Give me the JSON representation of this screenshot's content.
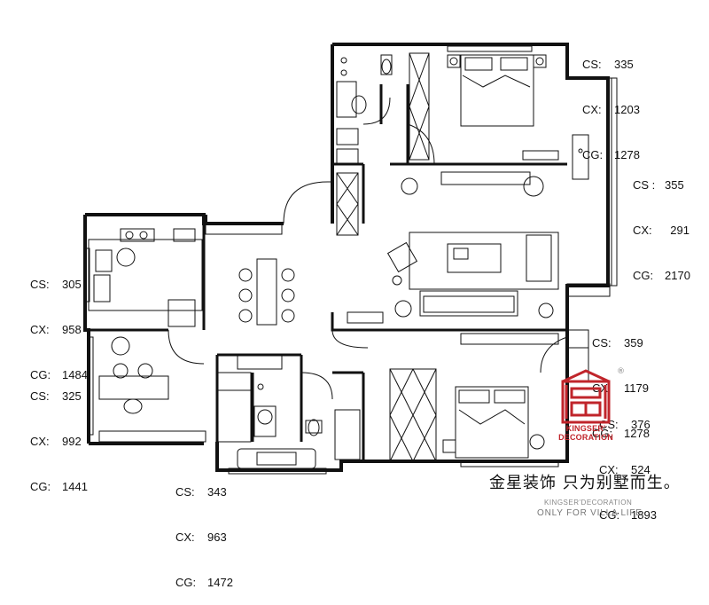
{
  "labels": [
    {
      "cs": "335",
      "cx": "1203",
      "cg": "1278"
    },
    {
      "cs": "355",
      "cx": "291",
      "cg": "2170"
    },
    {
      "cs": "305",
      "cx": "958",
      "cg": "1484"
    },
    {
      "cs": "359",
      "cx": "1179",
      "cg": "1278"
    },
    {
      "cs": "325",
      "cx": "992",
      "cg": "1441"
    },
    {
      "cs": "376",
      "cx": "524",
      "cg": "1893"
    },
    {
      "cs": "343",
      "cx": "963",
      "cg": "1472"
    }
  ],
  "keys": {
    "cs": "CS:",
    "cs_alt": "CS :",
    "cx": "CX:",
    "cg": "CG:"
  },
  "brand": {
    "line1": "KINGSER'",
    "line2": "DECORATION",
    "registered": "®",
    "color": "#c0252b"
  },
  "slogan": "金星装饰 只为别墅而生。",
  "sub_line1": "KINGSER'DECORATION",
  "sub_line2": "ONLY FOR VILLA LIFE",
  "wall_color": "#111111"
}
